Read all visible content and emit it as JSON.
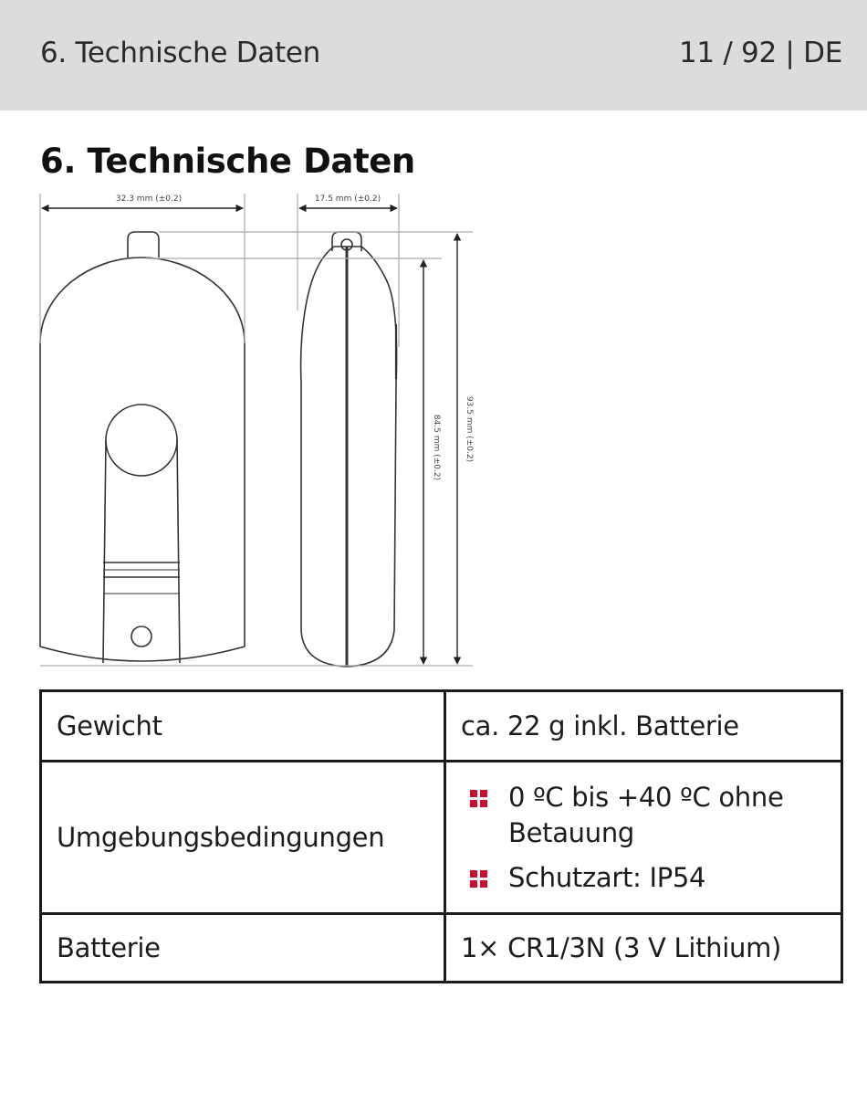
{
  "header": {
    "title": "6. Technische Daten",
    "page_indicator": "11 / 92 | DE"
  },
  "section": {
    "title": "6. Technische Daten"
  },
  "drawing": {
    "dim_width": "32.3 mm (±0.2)",
    "dim_depth": "17.5 mm (±0.2)",
    "dim_height_body": "84.5 mm (±0.2)",
    "dim_height_total": "93.5 mm (±0.2)"
  },
  "specs": {
    "rows": [
      {
        "label": "Gewicht",
        "value": "ca. 22 g inkl. Batterie"
      },
      {
        "label": "Umgebungsbedingungen",
        "items": [
          "0 ºC bis +40 ºC ohne Betauung",
          "Schutzart: IP54"
        ]
      },
      {
        "label": "Batterie",
        "value": "1× CR1/3N (3 V Lithium)"
      }
    ]
  },
  "colors": {
    "header_bg": "#dcdcdf",
    "bullet": "#c8102e"
  }
}
